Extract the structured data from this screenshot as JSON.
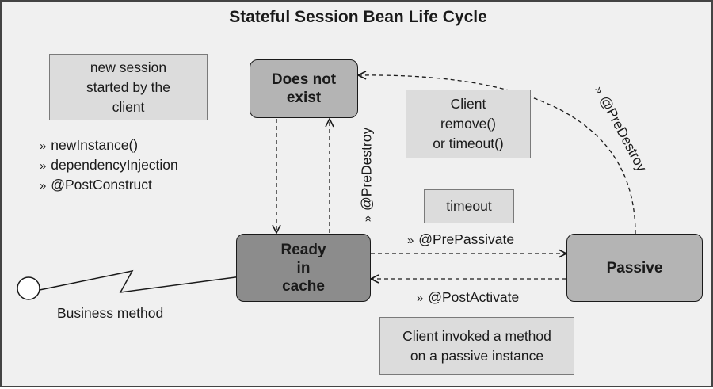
{
  "title": "Stateful Session Bean Life Cycle",
  "states": {
    "does_not_exist": "Does not\nexist",
    "ready_in_cache": "Ready\nin\ncache",
    "passive": "Passive"
  },
  "notes": {
    "new_session": "new session\nstarted by the\nclient",
    "client_remove": "Client\nremove()\nor timeout()",
    "timeout": "timeout",
    "client_invoked": "Client invoked a method\non a passive instance"
  },
  "callbacks": {
    "prefix": "»",
    "init": [
      "newInstance()",
      "dependencyInjection",
      "@PostConstruct"
    ],
    "pre_destroy_left": "@PreDestroy",
    "pre_destroy_right": "@PreDestroy",
    "pre_passivate": "@PrePassivate",
    "post_activate": "@PostActivate"
  },
  "business_method": "Business method",
  "colors": {
    "background": "#f0f0f0",
    "note_fill": "#dcdcdc",
    "does_not_exist_fill": "#b4b4b4",
    "ready_fill": "#8c8c8c",
    "passive_fill": "#b4b4b4",
    "line": "#1a1a1a"
  }
}
